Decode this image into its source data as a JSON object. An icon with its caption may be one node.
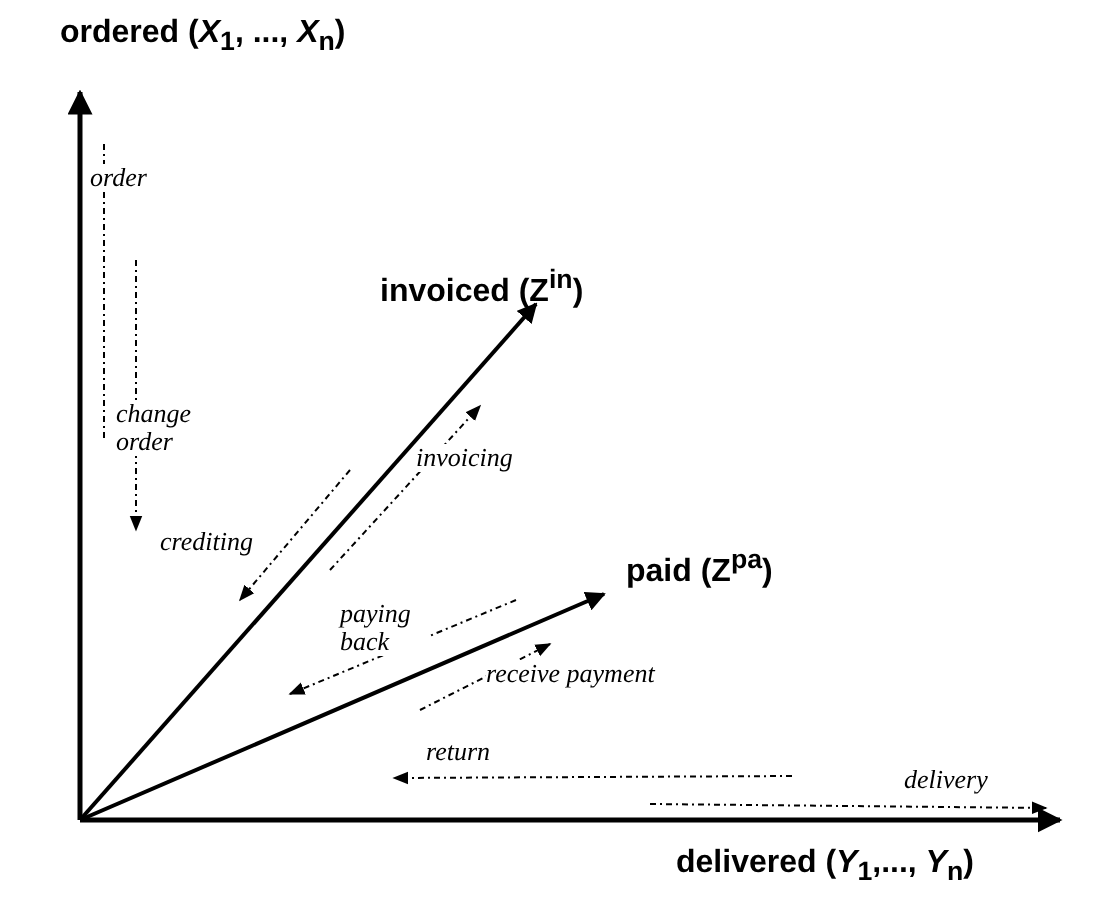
{
  "diagram": {
    "labels": [
      "ordered (*X*$_{1}$, ..., *X*$_{n}$)",
      "order",
      "invoiced (Z$^{in}$)",
      "change order",
      "invoicing",
      "crediting",
      "paid (Z$^{pa}$)",
      "paying back",
      "receive payment",
      "return",
      "delivery",
      "delivered (*Y*$_{1}$,..., *Y*$_{n}$)"
    ]
  }
}
